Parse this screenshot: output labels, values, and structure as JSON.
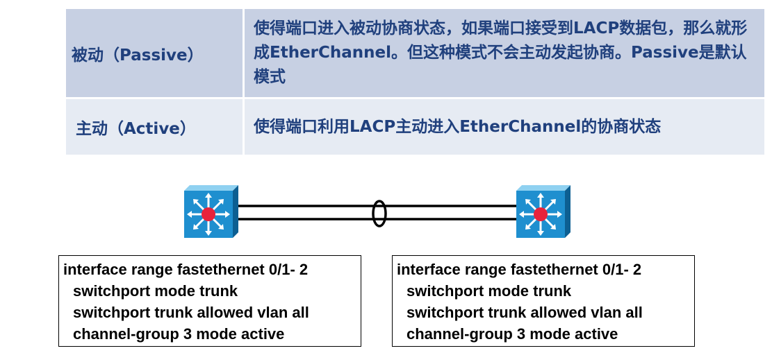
{
  "modes": [
    {
      "name": "被动（Passive）",
      "description": "使得端口进入被动协商状态，如果端口接受到LACP数据包，那么就形成EtherChannel。但这种模式不会主动发起协商。Passive是默认模式"
    },
    {
      "name": "主动（Active）",
      "description": "使得端口利用LACP主动进入EtherChannel的协商状态"
    }
  ],
  "colors": {
    "table_text": "#20407d",
    "row_passive_bg": "#c7d0e3",
    "row_active_bg": "#e6ebf3",
    "switch_body": "#1f8fcf",
    "switch_center": "#e8233c"
  },
  "icons": {
    "left_switch": "layer3-switch-icon",
    "right_switch": "layer3-switch-icon",
    "bundle": "etherchannel-bundle-ellipse"
  },
  "config_left": {
    "lines": [
      "interface range fastethernet 0/1- 2",
      "switchport mode trunk",
      "switchport trunk allowed vlan all",
      "channel-group 3 mode active"
    ]
  },
  "config_right": {
    "lines": [
      "interface range fastethernet 0/1- 2",
      "switchport mode trunk",
      "switchport trunk allowed vlan all",
      "channel-group 3 mode active"
    ]
  }
}
